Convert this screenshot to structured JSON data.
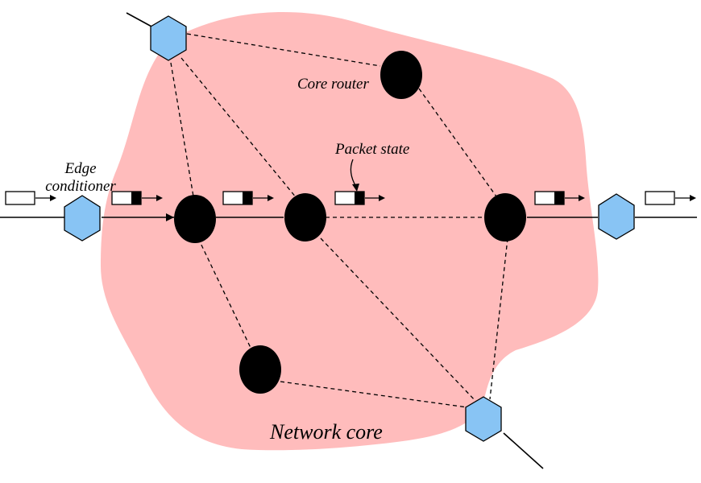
{
  "labels": {
    "edge_conditioner_line1": "Edge",
    "edge_conditioner_line2": "conditioner",
    "core_router": "Core router",
    "packet_state": "Packet state",
    "network_core": "Network core"
  },
  "colors": {
    "core_region": "#ffbcbc",
    "edge_node": "#88c4f4",
    "core_node": "#000000",
    "link": "#000000"
  }
}
